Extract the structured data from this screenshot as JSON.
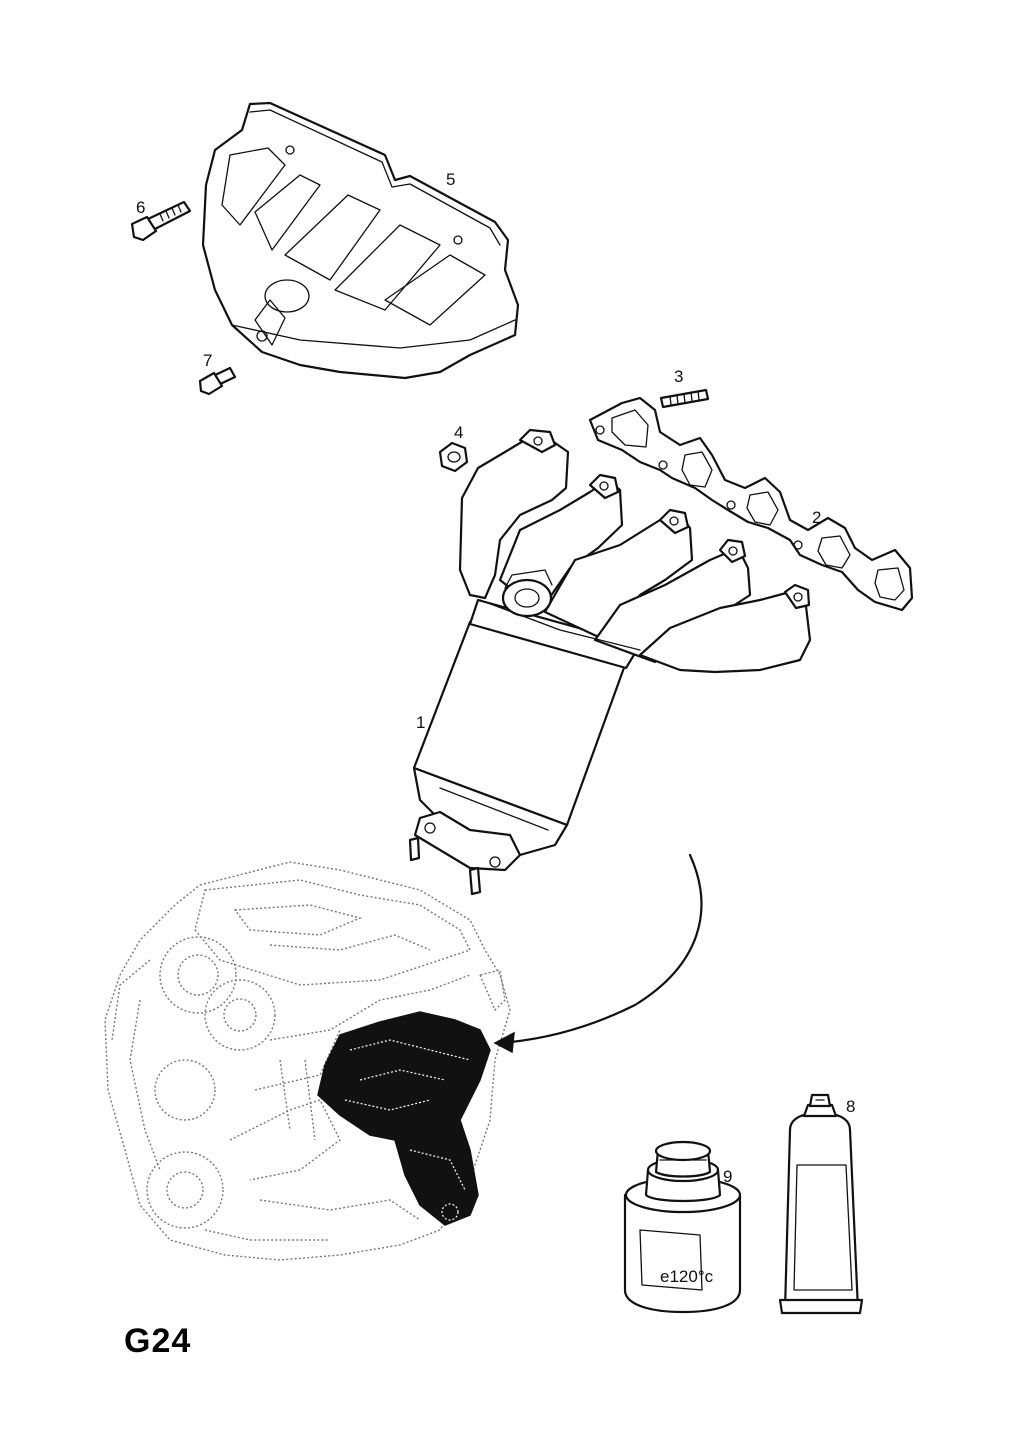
{
  "page_code": "G24",
  "callouts": {
    "c1": "1",
    "c2": "2",
    "c3": "3",
    "c4": "4",
    "c5": "5",
    "c6": "6",
    "c7": "7",
    "c8": "8",
    "c9": "9"
  },
  "jar_label": "e120°c"
}
